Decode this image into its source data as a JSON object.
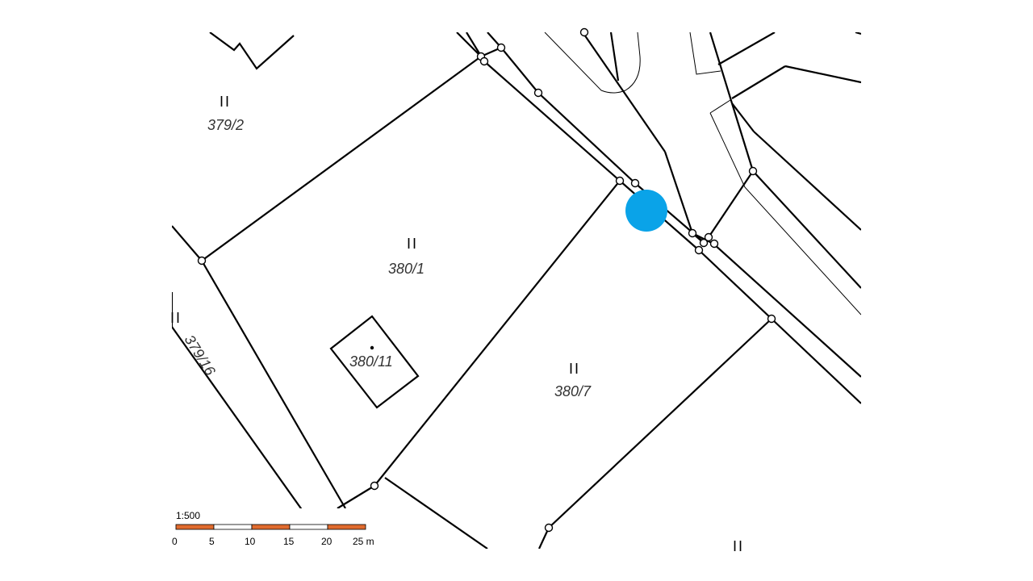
{
  "map": {
    "parcels": [
      {
        "id": "379/2",
        "class_mark": "II"
      },
      {
        "id": "380/1",
        "class_mark": "II"
      },
      {
        "id": "380/11"
      },
      {
        "id": "380/7",
        "class_mark": "II"
      },
      {
        "id": "379/16",
        "class_mark": "II"
      }
    ],
    "bottom_class_mark": "II",
    "marker_color": "#0aa3e8"
  },
  "scale_bar": {
    "ratio": "1:500",
    "ticks": [
      "0",
      "5",
      "10",
      "15",
      "20",
      "25 m"
    ],
    "colors": [
      "#e06b2e",
      "#ffffff"
    ]
  }
}
